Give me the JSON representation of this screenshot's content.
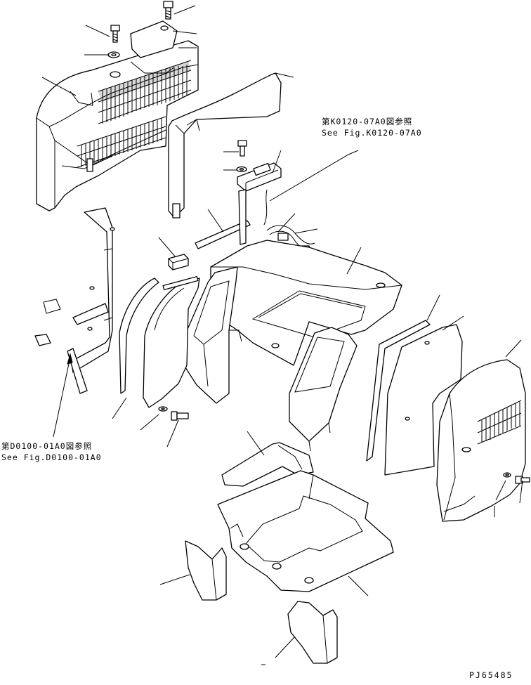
{
  "references": {
    "top_right": {
      "line1": "第K0120-07A0図参照",
      "line2": "See Fig.K0120-07A0"
    },
    "left": {
      "line1": "第D0100-01A0図参照",
      "line2": "See Fig.D0100-01A0"
    }
  },
  "drawing_number": "PJ65485",
  "parts": [
    "front-left-cover-with-grille",
    "bolt",
    "washer",
    "plate",
    "support-bracket",
    "seal-strip",
    "spacer-block",
    "monitor-switch-panel",
    "wire-harness",
    "floor-frame",
    "side-duct-left",
    "side-duct-right",
    "side-panel",
    "rear-right-cover-with-grille",
    "floor-mat",
    "floor-tray",
    "step-cover"
  ]
}
